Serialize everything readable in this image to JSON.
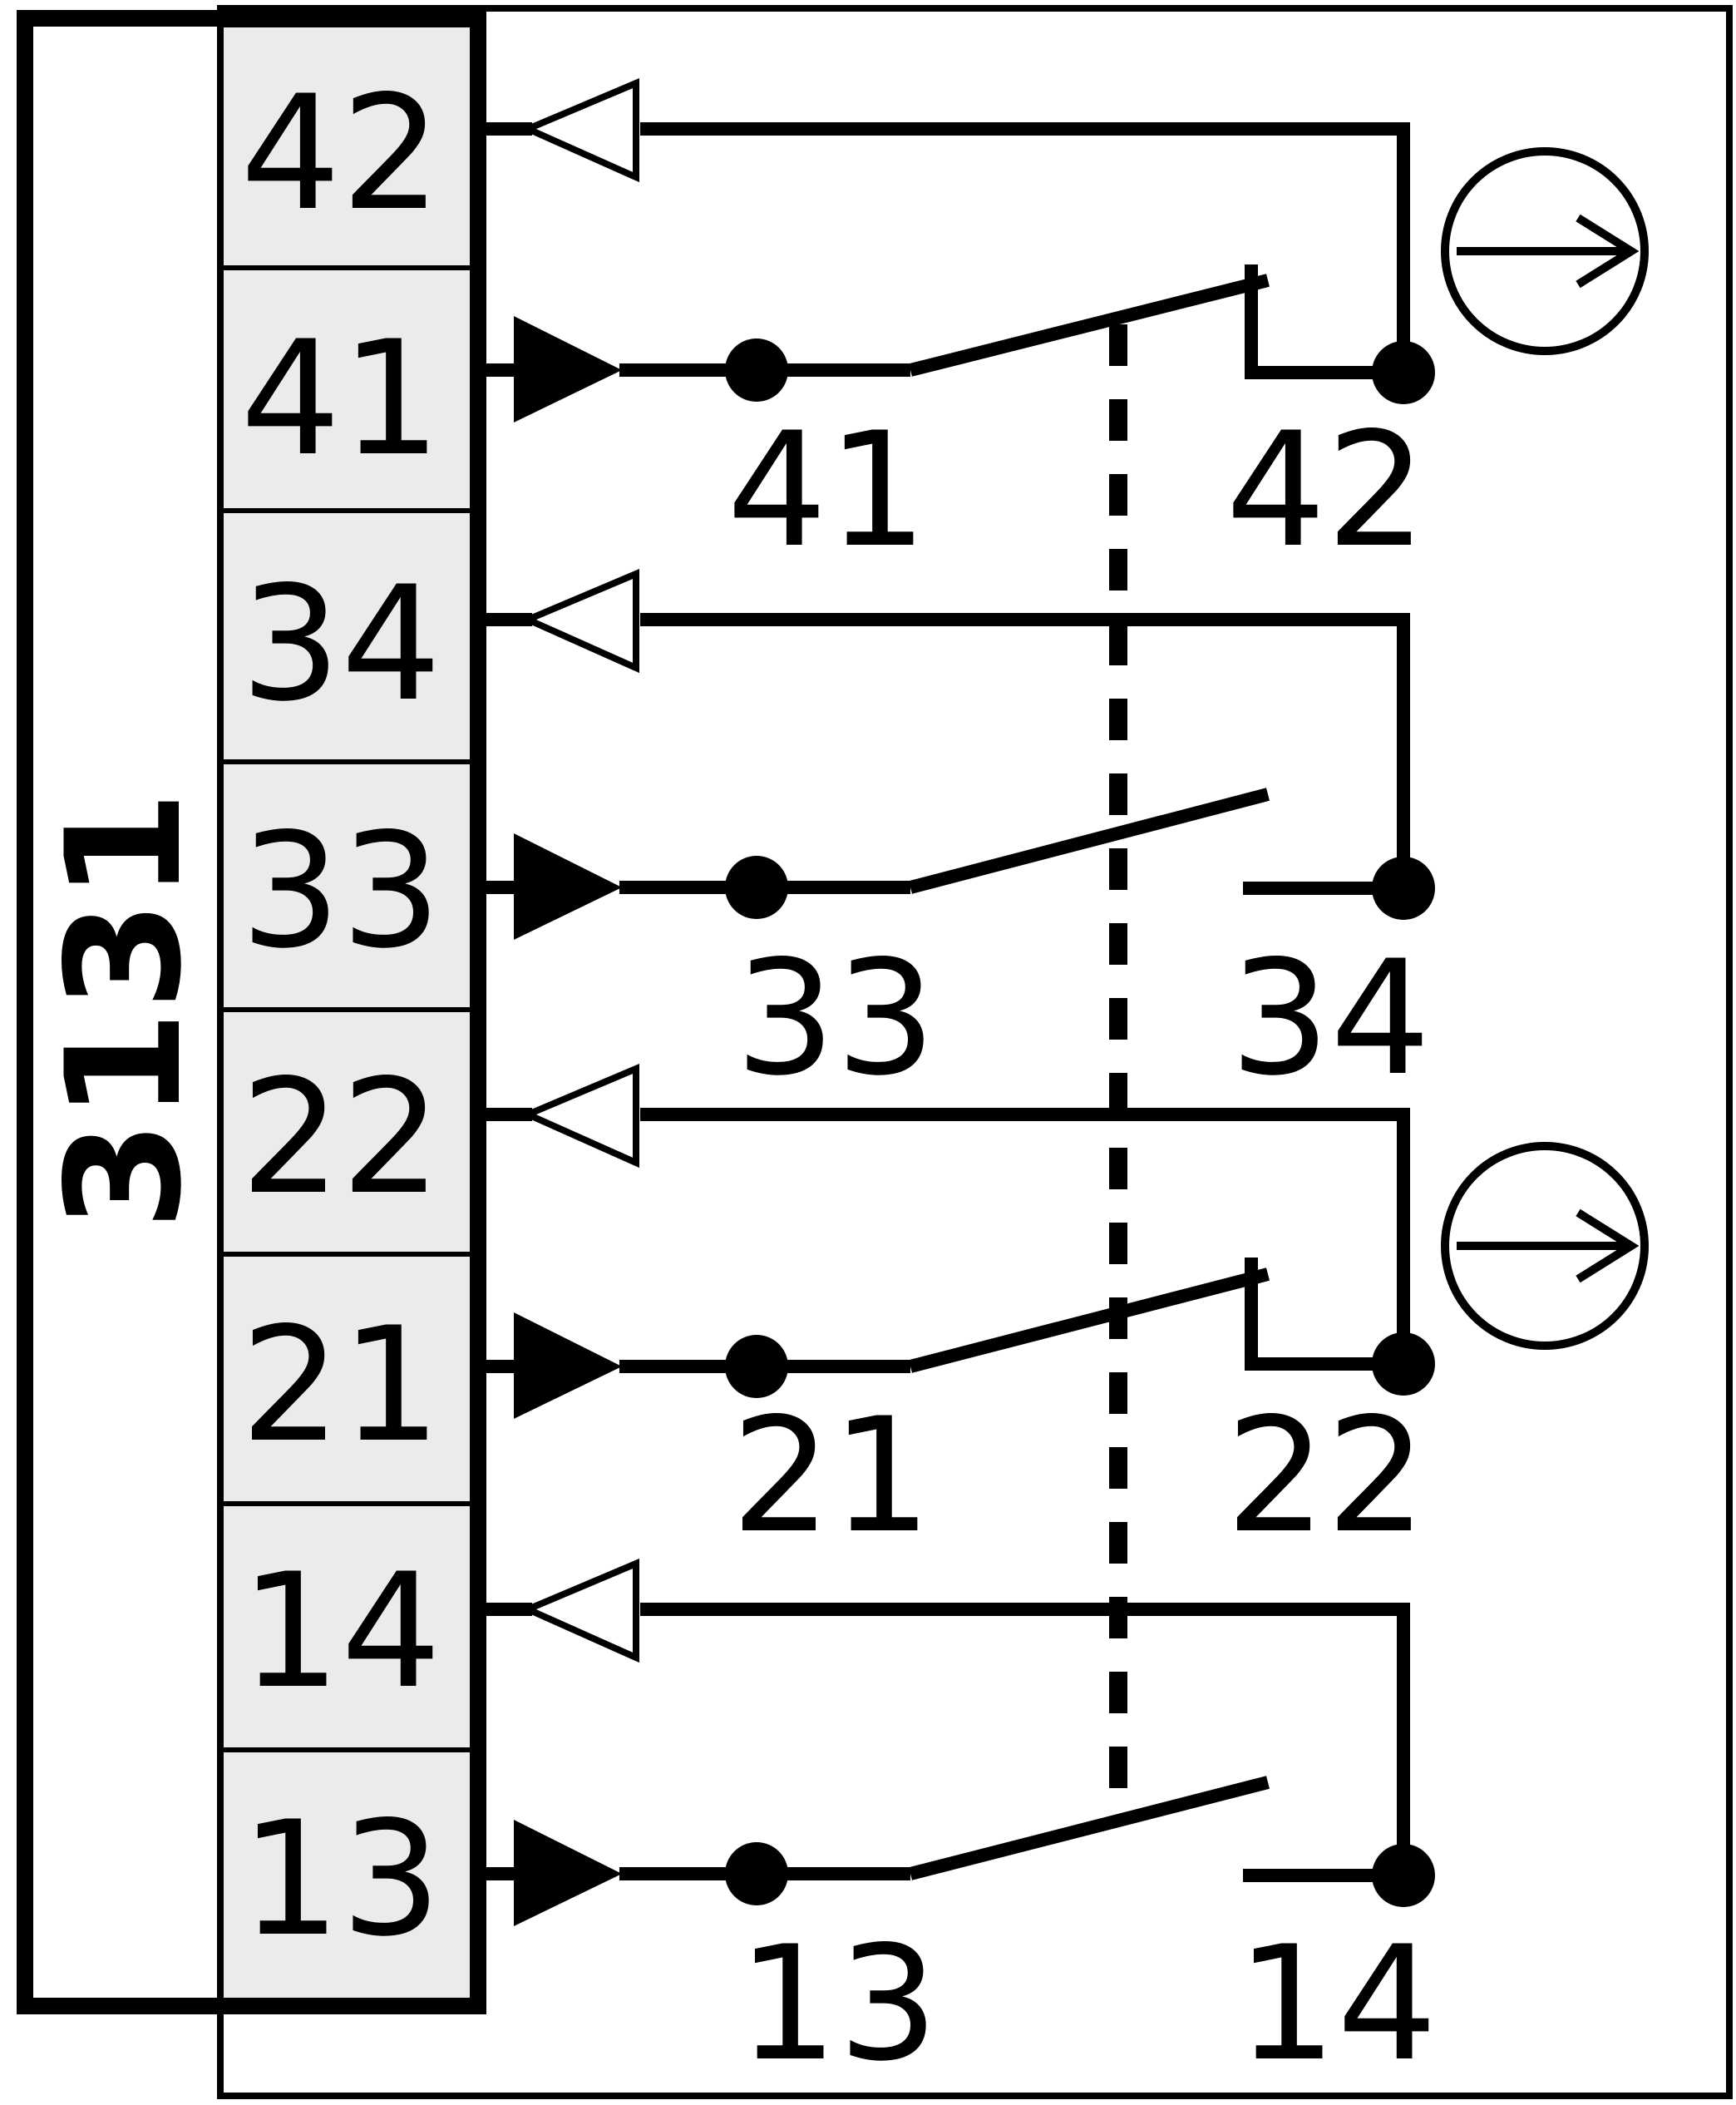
{
  "module_label": "3131",
  "terminals": [
    {
      "label": "42"
    },
    {
      "label": "41"
    },
    {
      "label": "34"
    },
    {
      "label": "33"
    },
    {
      "label": "22"
    },
    {
      "label": "21"
    },
    {
      "label": "14"
    },
    {
      "label": "13"
    }
  ],
  "contacts": [
    {
      "left_label": "41",
      "right_label": "42",
      "type": "normally-closed",
      "indicator": "positive-opening-icon"
    },
    {
      "left_label": "33",
      "right_label": "34",
      "type": "normally-open",
      "indicator": ""
    },
    {
      "left_label": "21",
      "right_label": "22",
      "type": "normally-closed",
      "indicator": "positive-opening-icon"
    },
    {
      "left_label": "13",
      "right_label": "14",
      "type": "normally-open",
      "indicator": ""
    }
  ],
  "colors": {
    "line": "#000000",
    "terminal_fill": "#ebebeb",
    "background": "#ffffff"
  }
}
